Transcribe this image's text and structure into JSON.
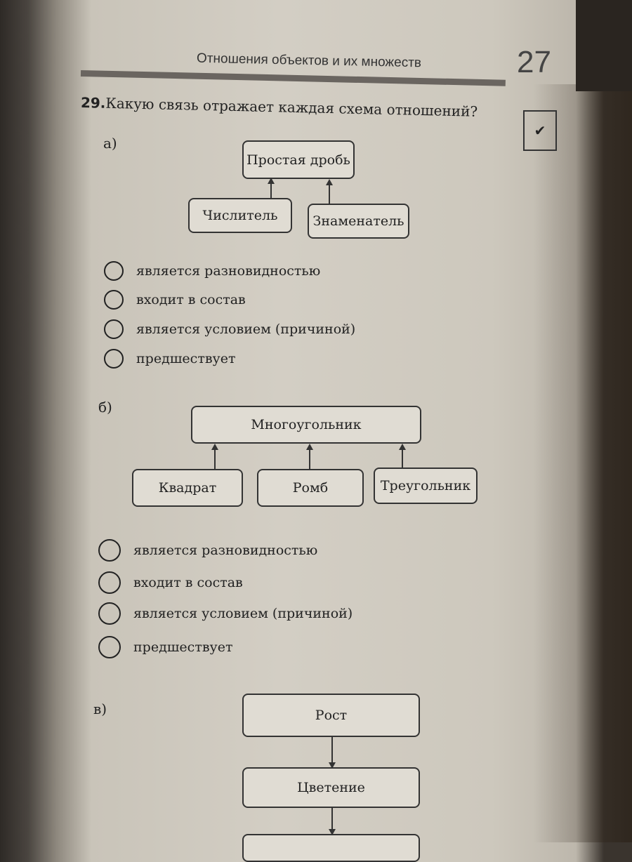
{
  "header": {
    "title": "Отношения объектов и их множеств",
    "page_number": "27"
  },
  "question": {
    "number": "29.",
    "text": "Какую связь отражает каждая схема отношений?",
    "check_icon": "check-circle-icon"
  },
  "options": [
    "является разновидностью",
    "входит в состав",
    "является условием (причиной)",
    "предшествует"
  ],
  "part_a": {
    "label": "а)",
    "parent": "Простая дробь",
    "children": [
      "Числитель",
      "Знаменатель"
    ]
  },
  "part_b": {
    "label": "б)",
    "parent": "Многоугольник",
    "children": [
      "Квадрат",
      "Ромб",
      "Треугольник"
    ]
  },
  "part_v": {
    "label": "в)",
    "chain": [
      "Рост",
      "Цветение"
    ]
  }
}
